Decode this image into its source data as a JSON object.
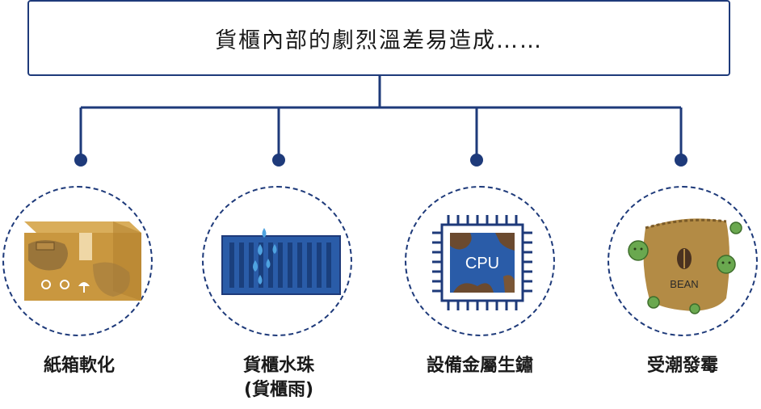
{
  "title": "貨櫃內部的劇烈溫差易造成……",
  "items": [
    {
      "label": "紙箱軟化",
      "sub": ""
    },
    {
      "label": "貨櫃水珠",
      "sub": "(貨櫃雨)"
    },
    {
      "label": "設備金屬生鏽",
      "sub": "",
      "chip_text": "CPU"
    },
    {
      "label": "受潮發霉",
      "sub": "",
      "bag_text": "BEAN"
    }
  ],
  "colors": {
    "line": "#1e3a7a",
    "box": "#c9973f",
    "container": "#2a5ca8",
    "drop": "#4fa3e0",
    "mold": "#6aa84f"
  }
}
